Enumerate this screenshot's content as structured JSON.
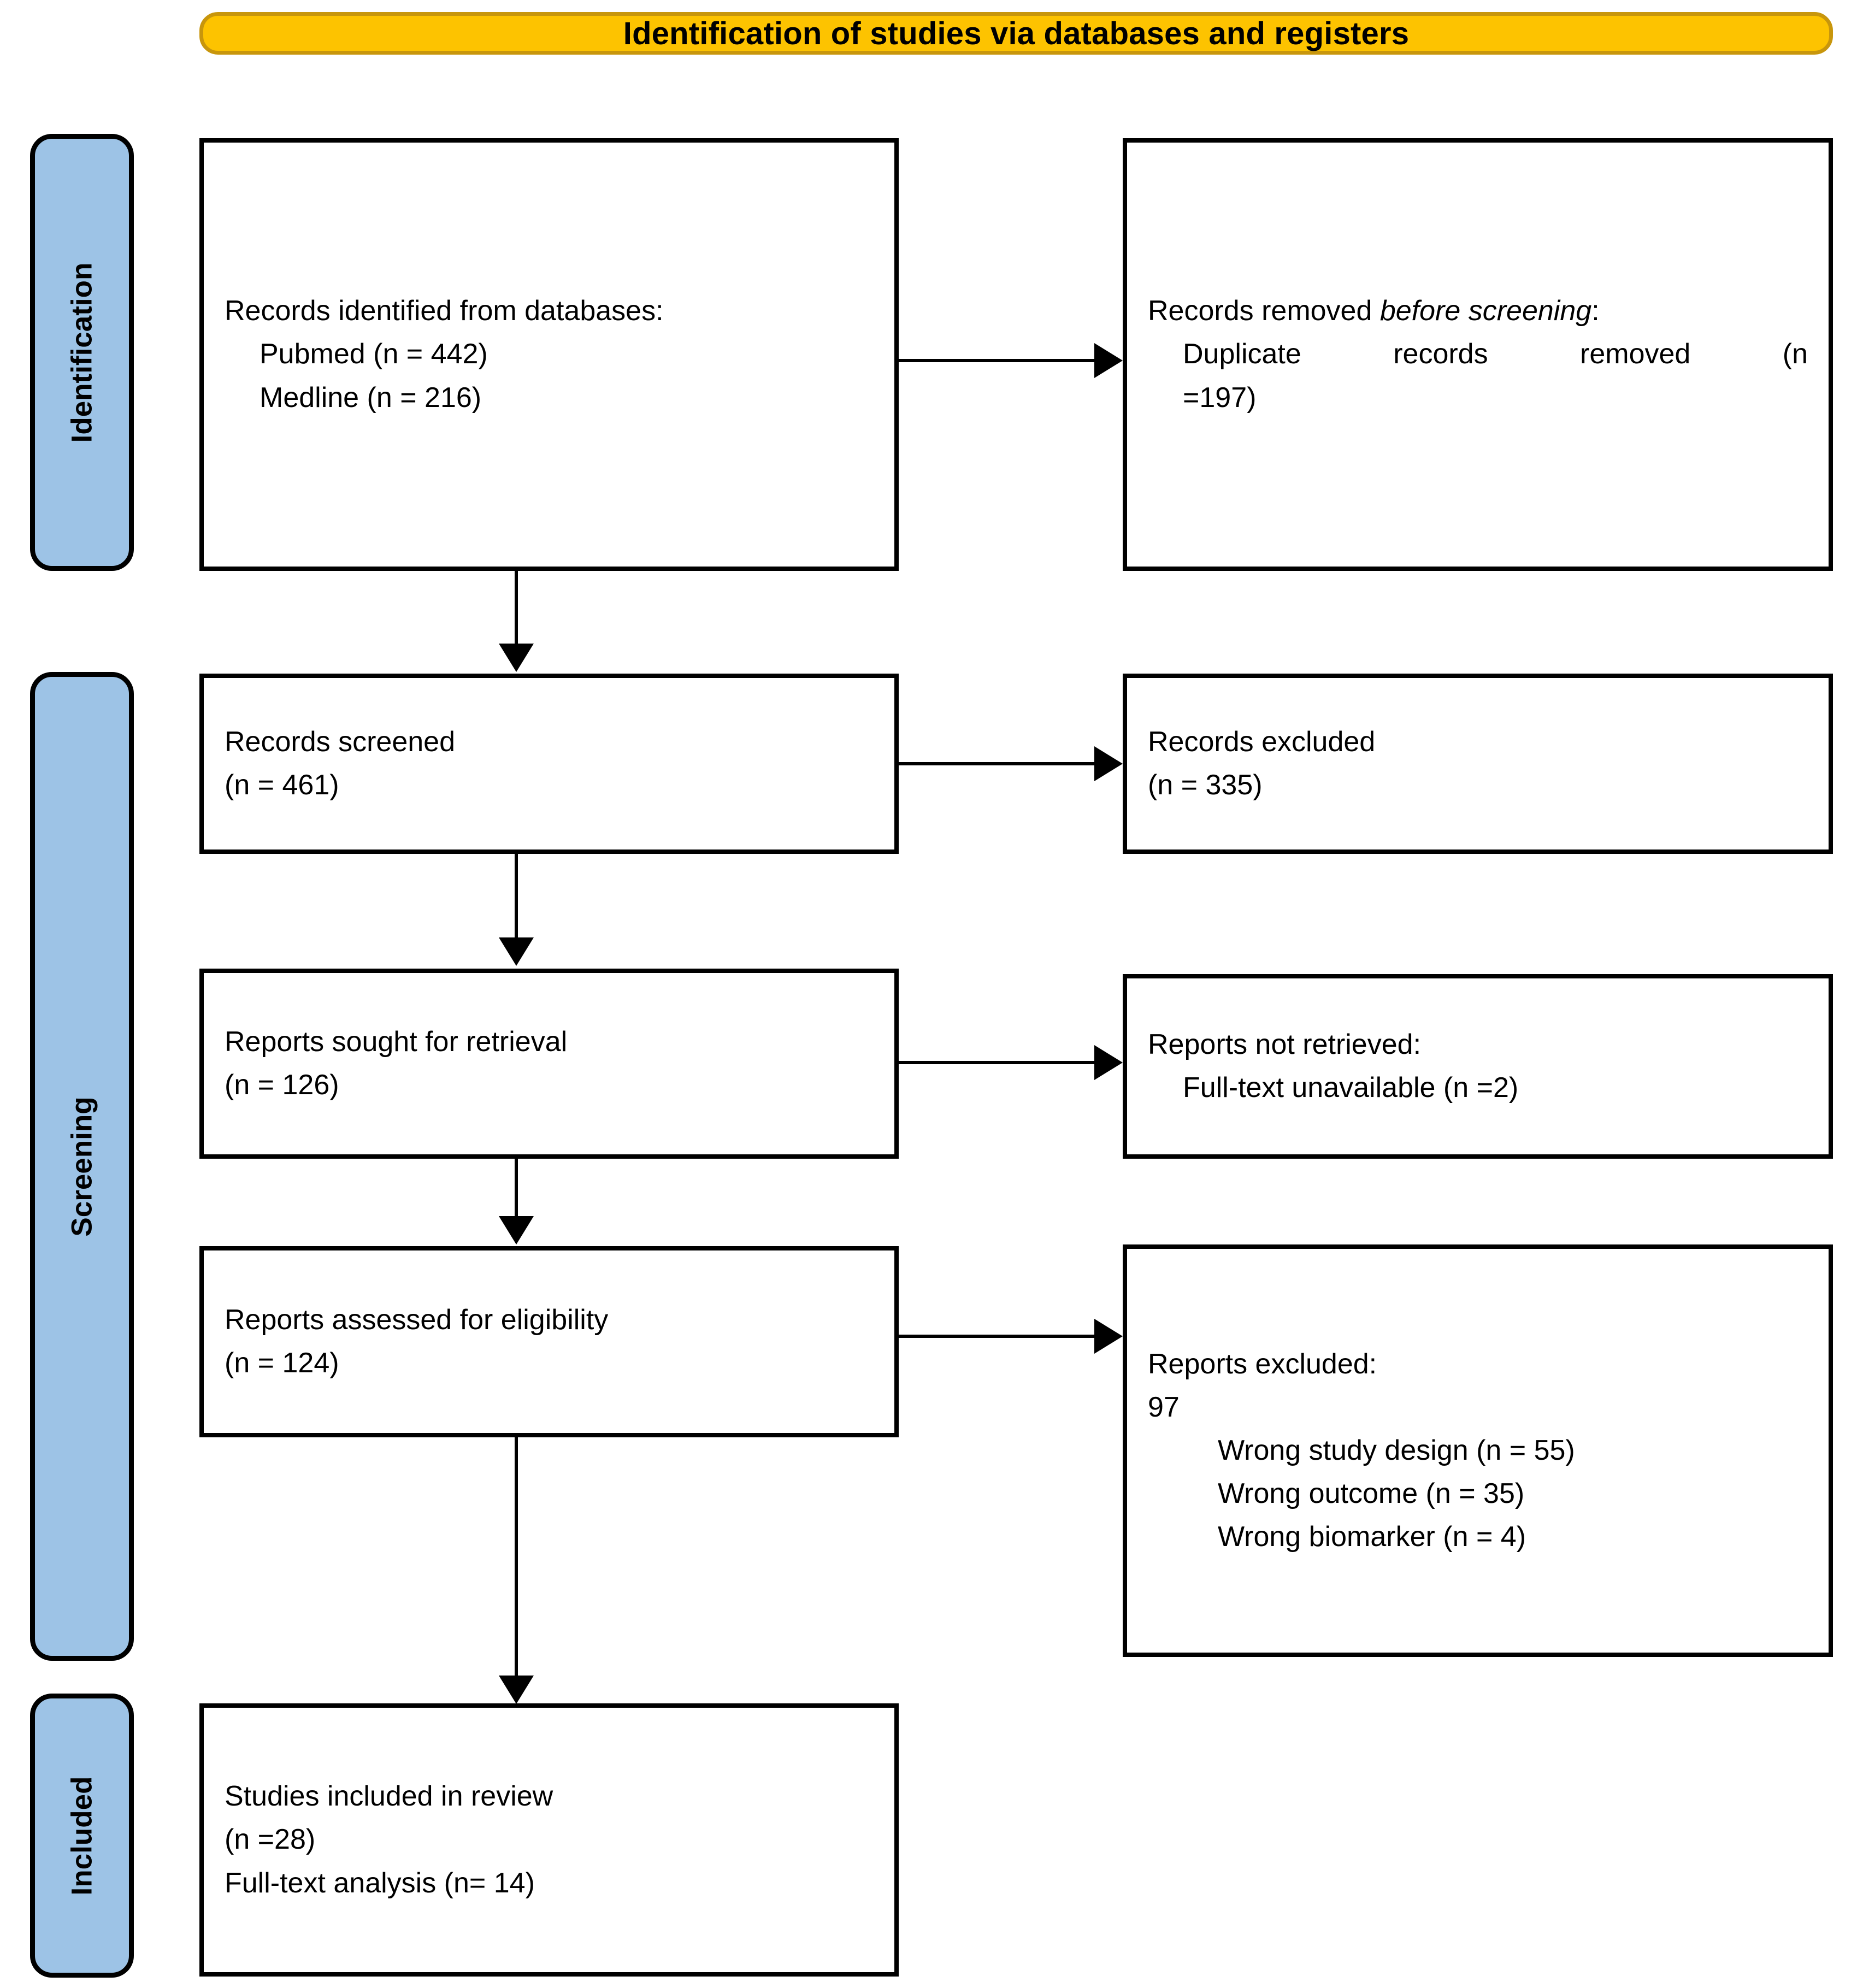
{
  "banner": {
    "title": "Identification of studies via databases and registers"
  },
  "stages": [
    {
      "label": "Identification"
    },
    {
      "label": "Screening"
    },
    {
      "label": "Included"
    }
  ],
  "boxes": {
    "identified": {
      "line1": "Records identified from databases:",
      "line2": "Pubmed (n = 442)",
      "line3": "Medline (n = 216)"
    },
    "removed": {
      "line1_a": "Records removed ",
      "line1_b": "before screening",
      "line1_c": ":",
      "line2": "Duplicate records removed (n",
      "line3": "=197)"
    },
    "screened": {
      "line1": "Records screened",
      "line2": "(n = 461)"
    },
    "records_excluded": {
      "line1": "Records excluded",
      "line2": "(n = 335)"
    },
    "sought": {
      "line1": "Reports sought for retrieval",
      "line2": "(n = 126)"
    },
    "not_retrieved": {
      "line1": "Reports not retrieved:",
      "line2": "Full-text unavailable (n =2)"
    },
    "assessed": {
      "line1": "Reports assessed for eligibility",
      "line2": "(n = 124)"
    },
    "reports_excluded": {
      "line1": "Reports excluded:",
      "line2": "97",
      "line3": "Wrong study design (n = 55)",
      "line4": "Wrong outcome (n = 35)",
      "line5": "Wrong biomarker (n = 4)"
    },
    "included": {
      "line1": "Studies included in review",
      "line2": "(n =28)",
      "line3": "Full-text analysis (n= 14)"
    }
  },
  "colors": {
    "banner_fill": "#FDC300",
    "banner_border": "#C8960C",
    "stage_fill": "#9DC3E6",
    "box_border": "#000000",
    "text": "#000000"
  },
  "chart_data": {
    "type": "diagram",
    "title": "PRISMA 2020 flow diagram for new systematic reviews",
    "stages": [
      "Identification",
      "Screening",
      "Included"
    ],
    "nodes": [
      {
        "id": "identified",
        "stage": "Identification",
        "label": "Records identified from databases",
        "counts": {
          "Pubmed": 442,
          "Medline": 216
        }
      },
      {
        "id": "removed",
        "stage": "Identification",
        "label": "Records removed before screening",
        "counts": {
          "Duplicate records removed": 197
        }
      },
      {
        "id": "screened",
        "stage": "Screening",
        "label": "Records screened",
        "counts": {
          "n": 461
        }
      },
      {
        "id": "records_excluded",
        "stage": "Screening",
        "label": "Records excluded",
        "counts": {
          "n": 335
        }
      },
      {
        "id": "sought",
        "stage": "Screening",
        "label": "Reports sought for retrieval",
        "counts": {
          "n": 126
        }
      },
      {
        "id": "not_retrieved",
        "stage": "Screening",
        "label": "Reports not retrieved",
        "counts": {
          "Full-text unavailable": 2
        }
      },
      {
        "id": "assessed",
        "stage": "Screening",
        "label": "Reports assessed for eligibility",
        "counts": {
          "n": 124
        }
      },
      {
        "id": "reports_excluded",
        "stage": "Screening",
        "label": "Reports excluded",
        "counts": {
          "total": 97,
          "Wrong study design": 55,
          "Wrong outcome": 35,
          "Wrong biomarker": 4
        }
      },
      {
        "id": "included",
        "stage": "Included",
        "label": "Studies included in review",
        "counts": {
          "n": 28,
          "Full-text analysis": 14
        }
      }
    ],
    "edges": [
      {
        "from": "identified",
        "to": "removed",
        "direction": "right"
      },
      {
        "from": "identified",
        "to": "screened",
        "direction": "down"
      },
      {
        "from": "screened",
        "to": "records_excluded",
        "direction": "right"
      },
      {
        "from": "screened",
        "to": "sought",
        "direction": "down"
      },
      {
        "from": "sought",
        "to": "not_retrieved",
        "direction": "right"
      },
      {
        "from": "sought",
        "to": "assessed",
        "direction": "down"
      },
      {
        "from": "assessed",
        "to": "reports_excluded",
        "direction": "right"
      },
      {
        "from": "assessed",
        "to": "included",
        "direction": "down"
      }
    ]
  }
}
